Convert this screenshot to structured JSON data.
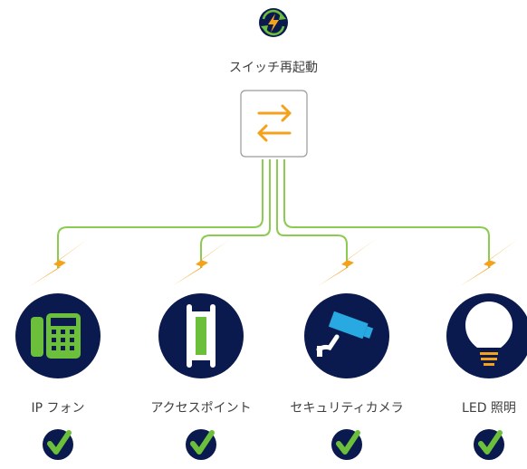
{
  "title": "スイッチ再起動",
  "devices": [
    {
      "label": "IP フォン"
    },
    {
      "label": "アクセスポイント"
    },
    {
      "label": "セキュリティカメラ"
    },
    {
      "label": "LED 照明"
    }
  ],
  "icons": {
    "restart": "restart-icon",
    "switch": "network-switch-icon",
    "power": "lightning-bolt-icon",
    "ok": "check-icon",
    "devices": [
      "ip-phone-icon",
      "access-point-icon",
      "security-camera-icon",
      "light-bulb-icon"
    ]
  },
  "colors": {
    "navy": "#0b1a4e",
    "green": "#6cbf3b",
    "orange": "#f4a21c",
    "cable": "#8ccb52",
    "blue": "#29a9e1"
  }
}
